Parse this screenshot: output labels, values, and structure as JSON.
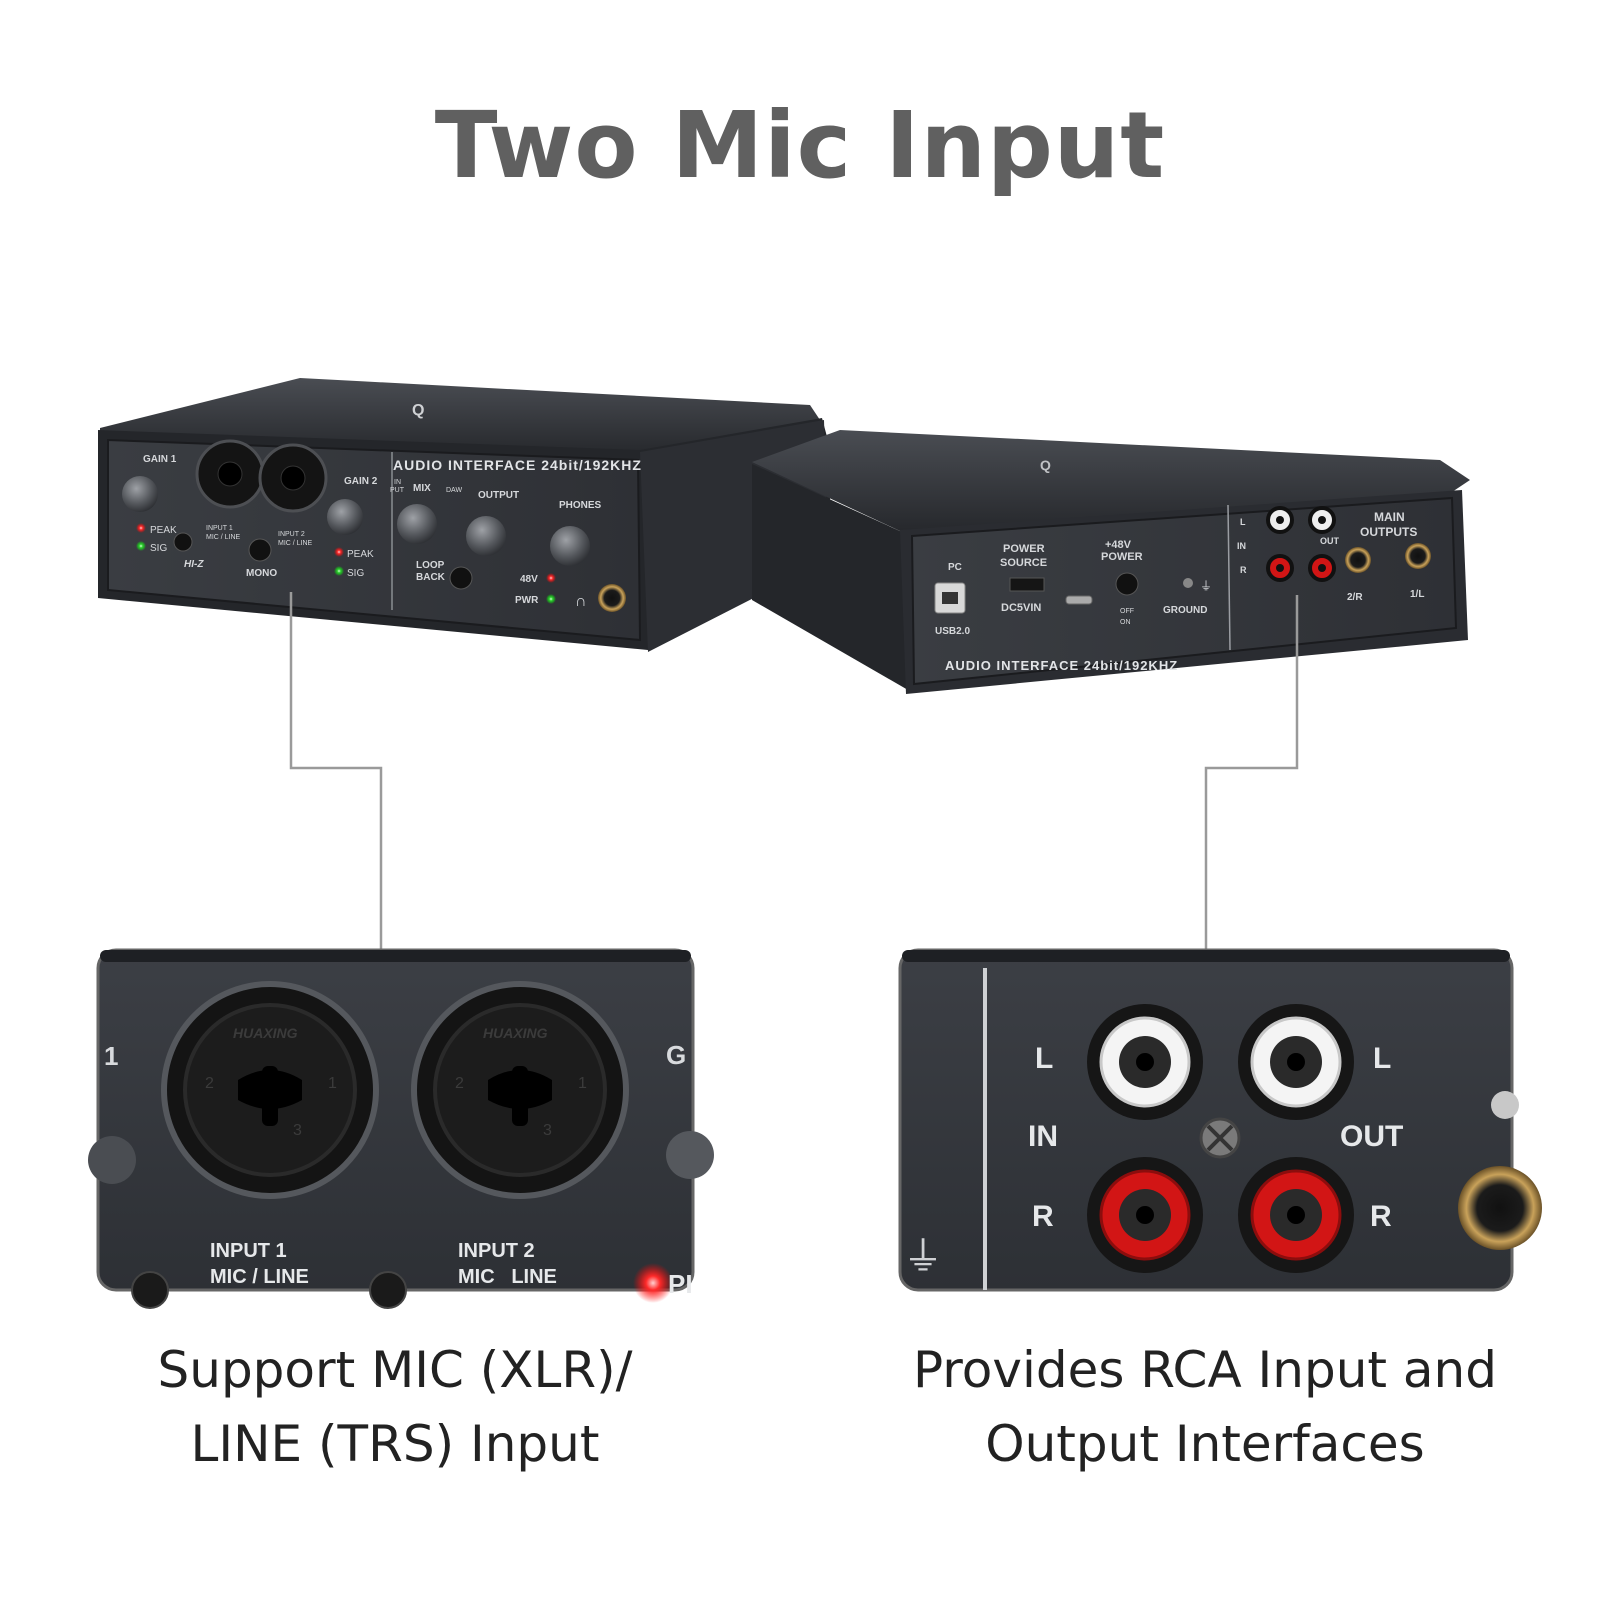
{
  "title": "Two Mic Input",
  "front_panel": {
    "brand_logo": "Q",
    "gain1": "GAIN 1",
    "peak1": "PEAK",
    "sig1": "SIG",
    "hiz": "HI-Z",
    "input1": "INPUT 1",
    "input1_sub": "MIC / LINE",
    "mono": "MONO",
    "input2": "INPUT 2",
    "input2_sub": "MIC / LINE",
    "gain2": "GAIN 2",
    "peak2": "PEAK",
    "sig2": "SIG",
    "interface_label": "AUDIO INTERFACE  24bit/192KHZ",
    "mix_in": "IN",
    "mix_put": "PUT",
    "mix": "MIX",
    "mix_daw": "DAW",
    "output": "OUTPUT",
    "loop": "LOOP",
    "back": "BACK",
    "phones": "PHONES",
    "v48": "48V",
    "pwr": "PWR"
  },
  "back_panel": {
    "pc": "PC",
    "usb": "USB2.0",
    "power_source": "POWER",
    "power_source2": "SOURCE",
    "dc5vin": "DC5VIN",
    "p48": "+48V",
    "p48b": "POWER",
    "off": "OFF",
    "on": "ON",
    "ground": "GROUND",
    "l": "L",
    "in": "IN",
    "r": "R",
    "out": "OUT",
    "main": "MAIN",
    "outputs": "OUTPUTS",
    "r2": "2/R",
    "l1": "1/L",
    "interface_label": "AUDIO INTERFACE  24bit/192KHZ"
  },
  "zoom_left": {
    "brand1": "HUAXING",
    "brand2": "HUAXING",
    "input1": "INPUT 1",
    "input1_sub": "MIC / LINE",
    "input2": "INPUT 2",
    "input2_sub": "MIC   LINE",
    "pin2": "2",
    "pin1": "1",
    "pin3": "3",
    "edge_left": "1",
    "edge_right": "G",
    "peak_partial": "PI"
  },
  "zoom_right": {
    "l_in": "L",
    "in": "IN",
    "r_in": "R",
    "l_out": "L",
    "out": "OUT",
    "r_out": "R"
  },
  "captions": {
    "left_line1": "Support MIC (XLR)/",
    "left_line2": "LINE (TRS) Input",
    "right_line1": "Provides RCA Input and",
    "right_line2": "Output Interfaces"
  },
  "colors": {
    "device_body": "#2b2d31",
    "device_face": "#36393e",
    "led_red": "#ff2a2a",
    "led_green": "#2ed12e",
    "rca_red": "#d21515",
    "connector_line": "#9a9a9a"
  }
}
